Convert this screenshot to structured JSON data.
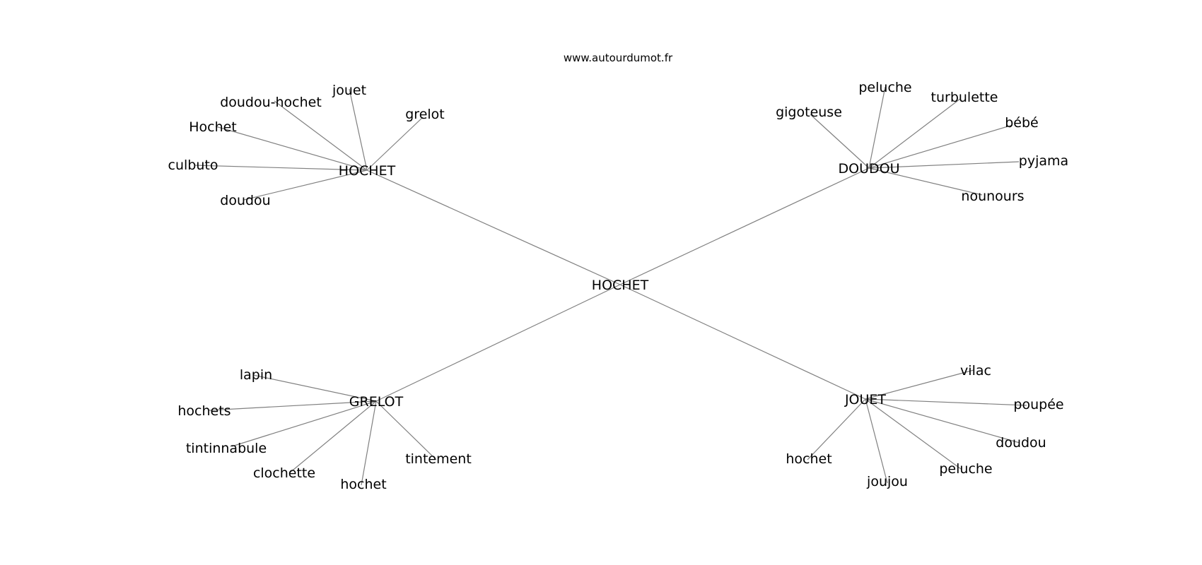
{
  "site_label": "www.autourdumot.fr",
  "colors": {
    "edge": "#808080",
    "text": "#000000",
    "background": "#ffffff"
  },
  "center": {
    "label": "HOCHET"
  },
  "clusters": [
    {
      "hub": "HOCHET",
      "leaves": [
        "doudou-hochet",
        "jouet",
        "grelot",
        "Hochet",
        "culbuto",
        "doudou"
      ]
    },
    {
      "hub": "DOUDOU",
      "leaves": [
        "gigoteuse",
        "peluche",
        "turbulette",
        "bébé",
        "pyjama",
        "nounours"
      ]
    },
    {
      "hub": "GRELOT",
      "leaves": [
        "lapin",
        "hochets",
        "tintinnabule",
        "clochette",
        "hochet",
        "tintement"
      ]
    },
    {
      "hub": "JOUET",
      "leaves": [
        "vilac",
        "poupée",
        "doudou",
        "peluche",
        "joujou",
        "hochet"
      ]
    }
  ]
}
